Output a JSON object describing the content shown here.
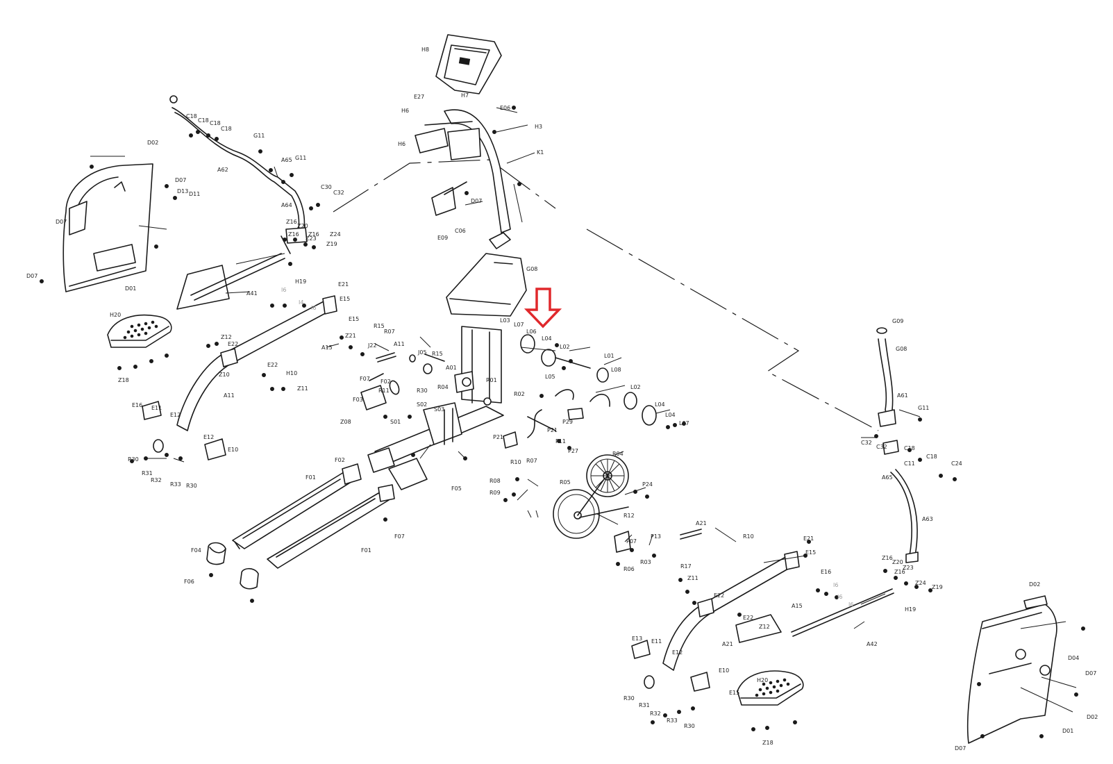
{
  "highlight": {
    "color": "#e0282c",
    "target_part": "L04"
  },
  "labels": {
    "top": [
      "H8",
      "E27",
      "H6",
      "H7",
      "H3",
      "H6",
      "K1",
      "E06",
      "D07",
      "E09",
      "G08",
      "C06"
    ],
    "left_handle": [
      "A62",
      "C18",
      "C18",
      "C18",
      "C18",
      "G11",
      "A65",
      "G11",
      "A64",
      "C30",
      "C32",
      "Z16",
      "Z20",
      "Z16",
      "Z16",
      "Z23",
      "Z24",
      "Z19",
      "H19",
      "A41"
    ],
    "left_cover": [
      "D02",
      "D07",
      "D13",
      "D11",
      "D07",
      "D01",
      "D07"
    ],
    "left_pedal": [
      "H20",
      "Z18"
    ],
    "left_arm": [
      "E21",
      "E15",
      "E15",
      "Z21",
      "Z12",
      "E22",
      "E22",
      "A11",
      "H10",
      "Z11",
      "A15",
      "J22",
      "Z10",
      "I6",
      "I4",
      "I6",
      "E11",
      "E12",
      "E12",
      "E10",
      "E16",
      "R30",
      "R31",
      "R32",
      "R33",
      "R30"
    ],
    "center": [
      "A01",
      "A11",
      "R07",
      "R15",
      "J05",
      "R15",
      "R30",
      "R11",
      "F07",
      "F02",
      "F03",
      "R04",
      "S02",
      "S03",
      "S01",
      "Z08",
      "F05",
      "F01",
      "F04",
      "F01",
      "F07",
      "F06",
      "F02",
      "P21",
      "R01",
      "R02"
    ],
    "flywheel": [
      "L07",
      "L06",
      "L04",
      "L03",
      "L02",
      "L01",
      "L08",
      "L05",
      "L02",
      "L04",
      "L04",
      "L07",
      "P29",
      "P21",
      "P11",
      "P27",
      "R04",
      "R05",
      "R12",
      "P24",
      "R10",
      "R07",
      "R08",
      "R09",
      "P07",
      "P13",
      "R03",
      "R06"
    ],
    "right_arm": [
      "A21",
      "E21",
      "E15",
      "E16",
      "E22",
      "E22",
      "Z12",
      "A21",
      "A42",
      "A15",
      "I6",
      "I6",
      "I6",
      "R10",
      "R17",
      "Z11",
      "E13",
      "E11",
      "E12",
      "E10",
      "E15",
      "R31",
      "R32",
      "R30",
      "R33",
      "R30",
      "H20",
      "Z18"
    ],
    "right_handle": [
      "G09",
      "G08",
      "A61",
      "G11",
      "C32",
      "C32",
      "A65",
      "C18",
      "C18",
      "C24",
      "C11",
      "A63",
      "Z16",
      "Z20",
      "Z16",
      "Z23",
      "Z24",
      "Z19",
      "H19"
    ],
    "right_cover": [
      "D02",
      "D04",
      "D07",
      "D02",
      "D01",
      "D07"
    ]
  }
}
